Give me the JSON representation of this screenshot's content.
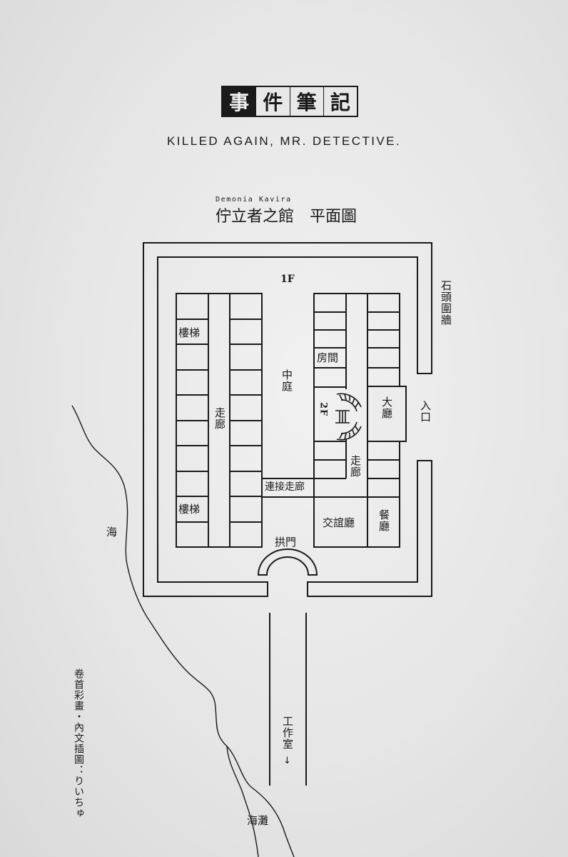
{
  "header": {
    "title_chars": [
      "事",
      "件",
      "筆",
      "記"
    ],
    "subtitle": "KILLED AGAIN, MR. DETECTIVE."
  },
  "plan": {
    "ruby": "Demonia Kavira",
    "title": "佇立者之館　平面圖",
    "floor_1": "1F",
    "floor_2": "2F",
    "labels": {
      "stairs_top": "樓梯",
      "stairs_bottom": "樓梯",
      "corridor_left": "走廊",
      "courtyard": "中庭",
      "room": "房間",
      "hall": "大廳",
      "corridor_right": "走廊",
      "connecting_corridor": "連接走廊",
      "lounge": "交誼廳",
      "dining": "餐廳",
      "arch": "拱門",
      "entrance": "入口",
      "stone_wall": "石頭圍牆",
      "sea": "海",
      "beach": "海灘",
      "workshop": "工作室",
      "arrow": "↓"
    }
  },
  "credit": "卷首彩畫・內文插圖：りいちゅ"
}
